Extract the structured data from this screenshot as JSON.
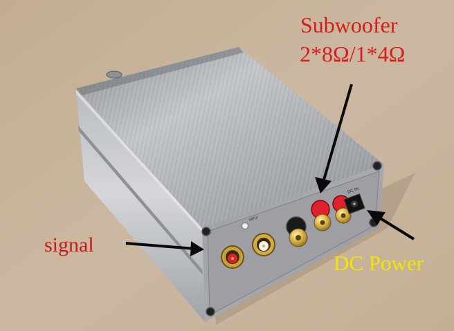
{
  "annotations": {
    "subwoofer_title": "Subwoofer",
    "impedance": "2*8Ω/1*4Ω",
    "signal": "signal",
    "dc_power": "DC Power"
  },
  "panel_markings": {
    "input": "INPUT",
    "dc_in": "DC IN"
  },
  "colors": {
    "subwoofer_label": "#d81b1b",
    "signal_label": "#c61a1a",
    "dc_power_label": "#f2e600",
    "arrows": "#0a0a0a",
    "enclosure": "#a9abaf",
    "surface": "#c8b39b"
  }
}
